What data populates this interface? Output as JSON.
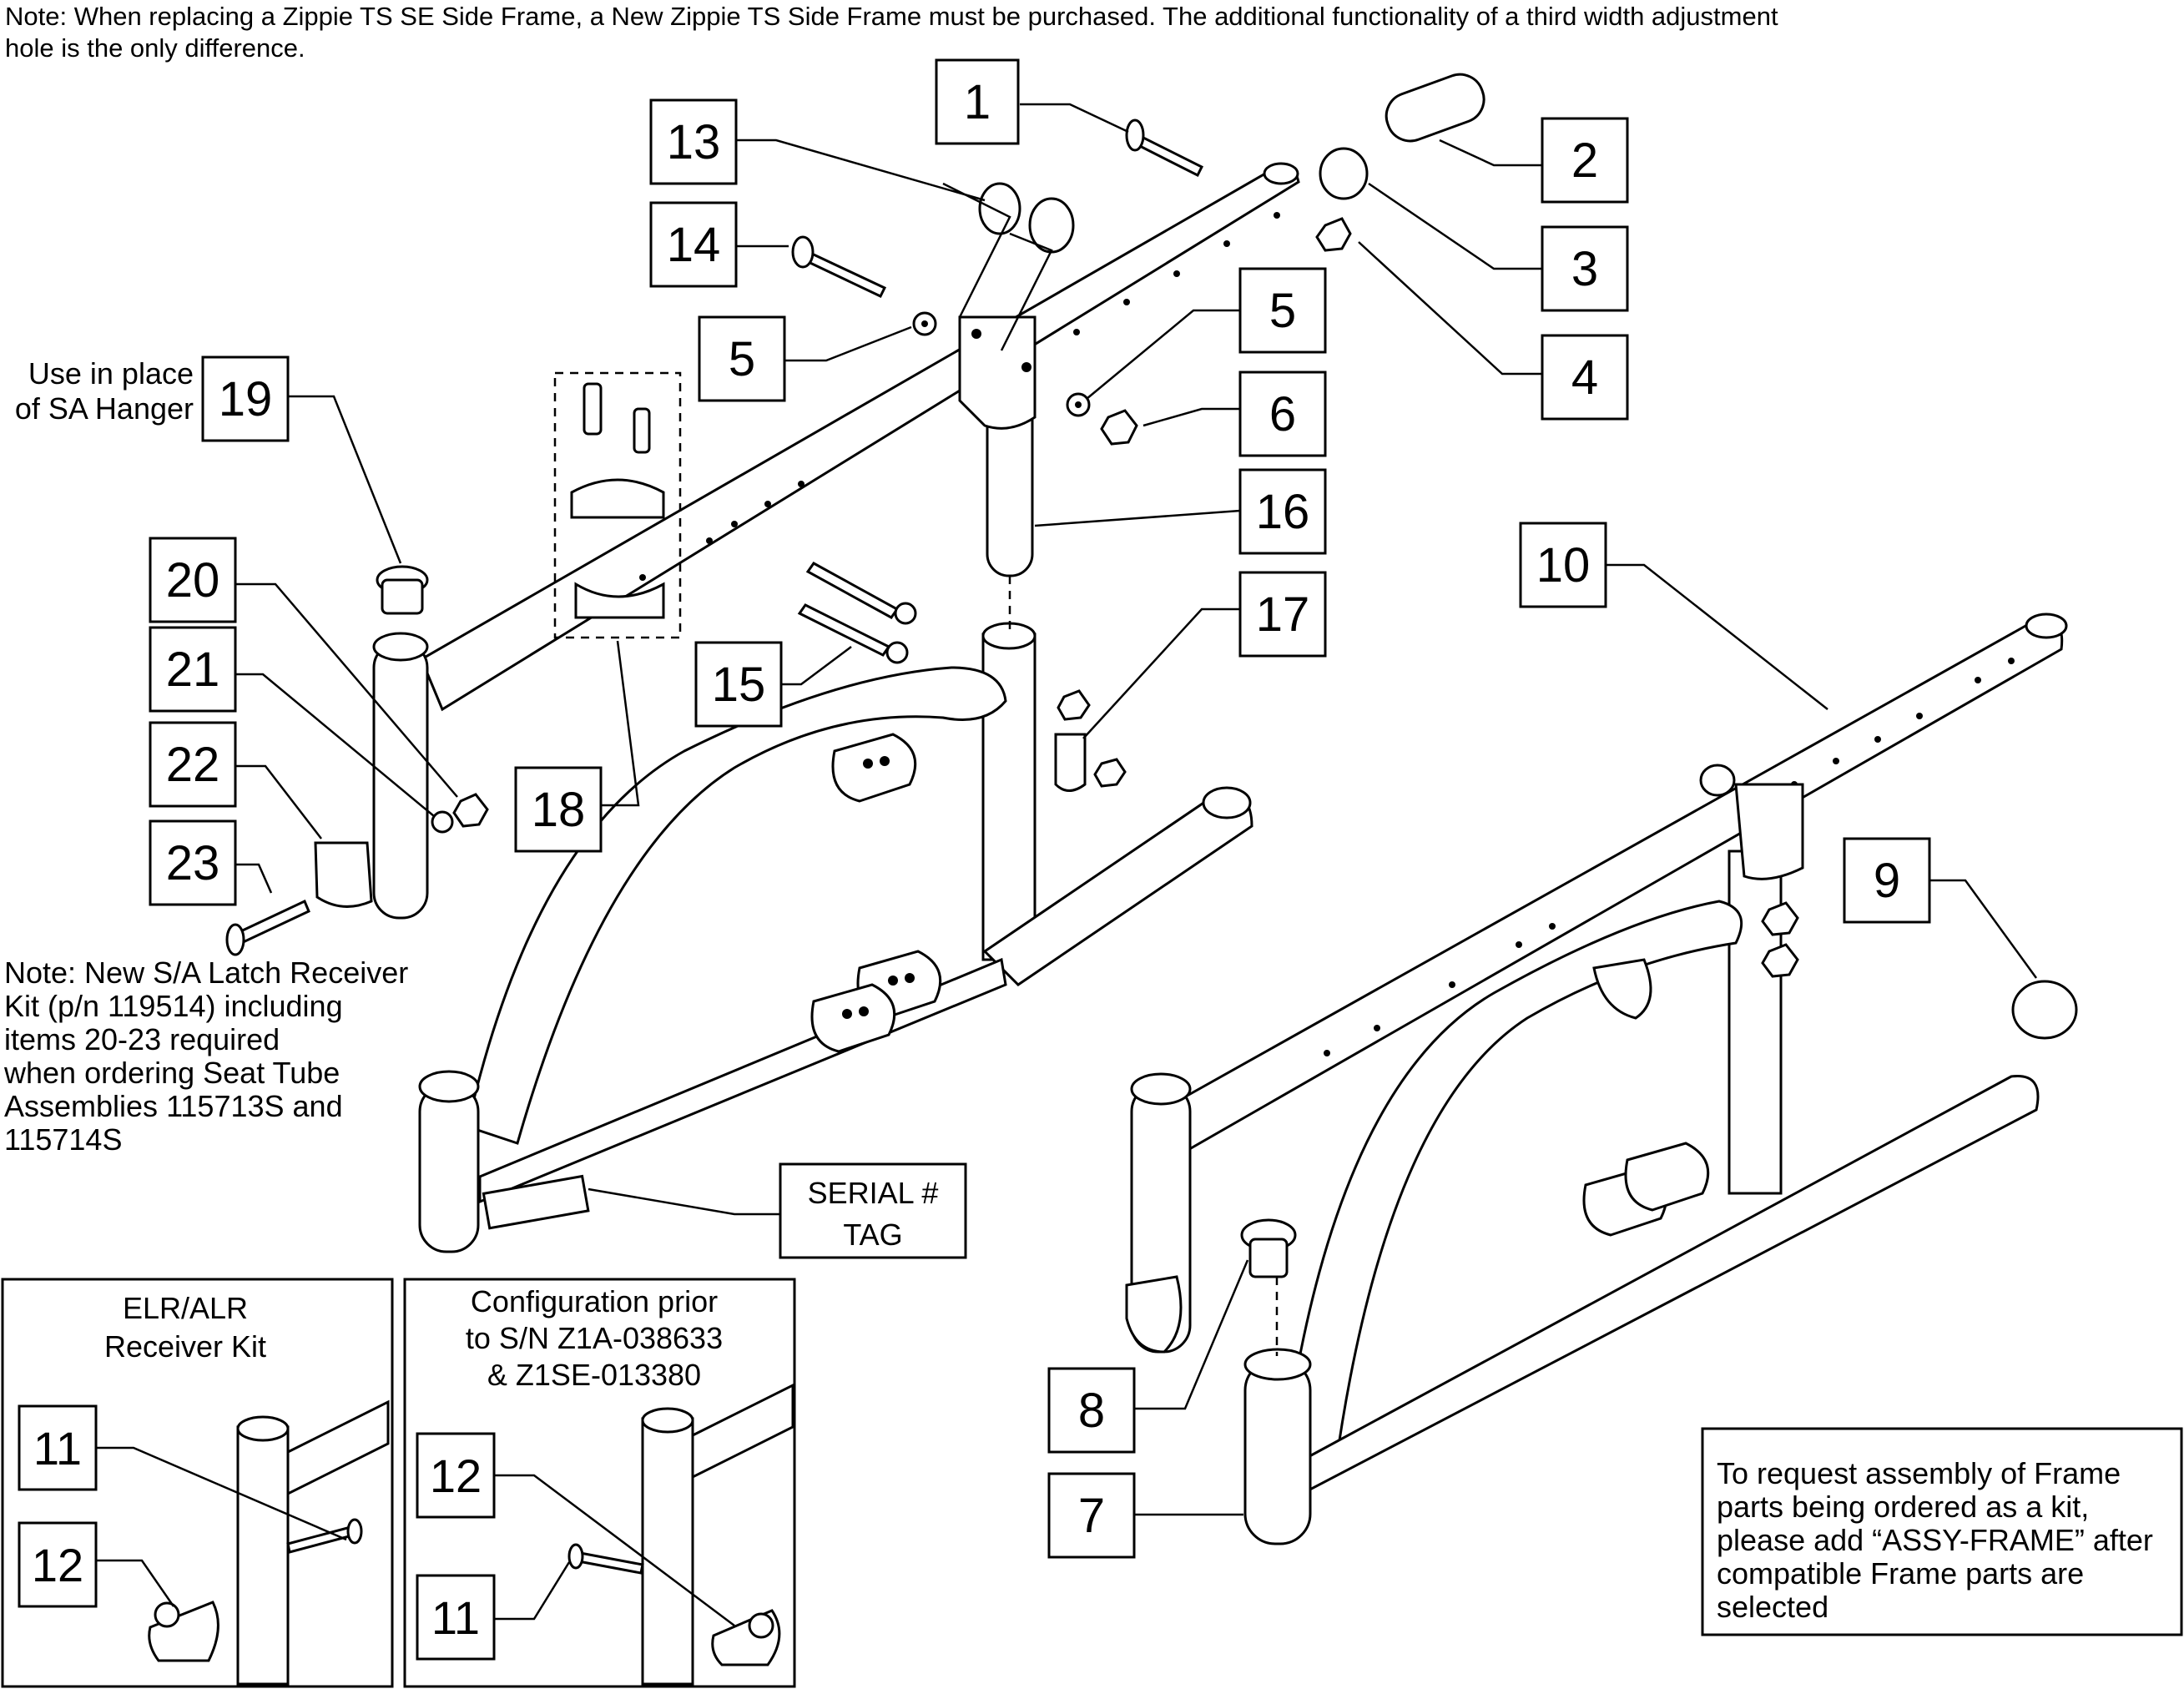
{
  "notes": {
    "top_line1": "Note: When replacing a Zippie TS SE Side Frame, a New Zippie TS Side Frame must be purchased. The additional functionality of a third width adjustment",
    "top_line2": " hole is the only difference.",
    "use_in_place_line1": "Use in place",
    "use_in_place_line2": "of SA Hanger",
    "latch_lines": [
      "Note: New S/A Latch Receiver",
      "Kit (p/n 119514) including",
      "items 20-23 required",
      "when ordering Seat Tube",
      "Assemblies 115713S and",
      "115714S"
    ],
    "assy_lines": [
      "To request assembly of Frame",
      "parts being ordered as a kit,",
      "please add “ASSY-FRAME” after",
      "compatible Frame parts are",
      "selected"
    ]
  },
  "serial_tag": {
    "line1": "SERIAL #",
    "line2": "TAG"
  },
  "inset_elr": {
    "title_line1": "ELR/ALR",
    "title_line2": "Receiver Kit"
  },
  "inset_config": {
    "title_line1": "Configuration prior",
    "title_line2": "to S/N Z1A-038633",
    "title_line3": "& Z1SE-013380"
  },
  "callouts": {
    "c1": "1",
    "c2": "2",
    "c3": "3",
    "c4": "4",
    "c5a": "5",
    "c5b": "5",
    "c6": "6",
    "c7": "7",
    "c8": "8",
    "c9": "9",
    "c10": "10",
    "c11a": "11",
    "c11b": "11",
    "c12a": "12",
    "c12b": "12",
    "c13": "13",
    "c14": "14",
    "c15": "15",
    "c16": "16",
    "c17": "17",
    "c18": "18",
    "c19": "19",
    "c20": "20",
    "c21": "21",
    "c22": "22",
    "c23": "23"
  }
}
